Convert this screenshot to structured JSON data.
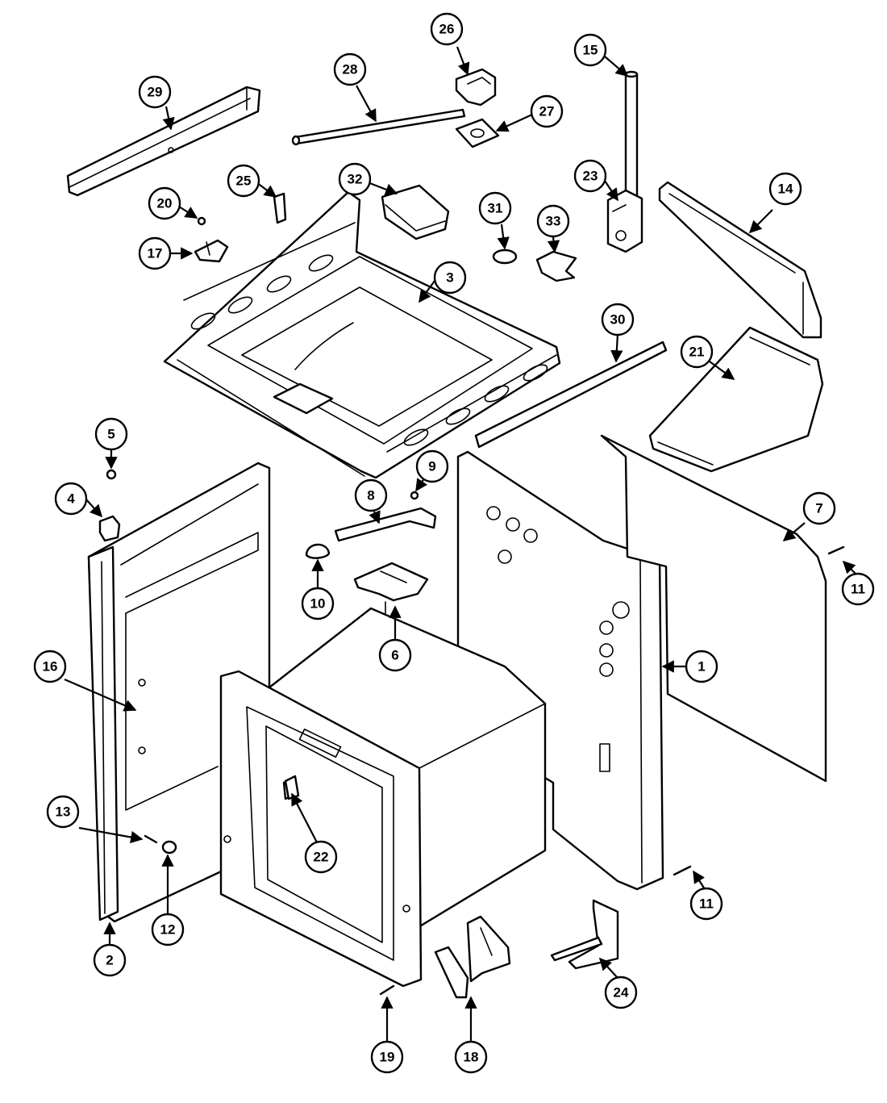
{
  "callouts": [
    "1",
    "2",
    "3",
    "4",
    "5",
    "6",
    "7",
    "8",
    "9",
    "10",
    "11",
    "11",
    "12",
    "13",
    "14",
    "15",
    "16",
    "17",
    "18",
    "19",
    "20",
    "21",
    "22",
    "23",
    "24",
    "25",
    "26",
    "27",
    "28",
    "29",
    "30",
    "31",
    "32",
    "33"
  ]
}
